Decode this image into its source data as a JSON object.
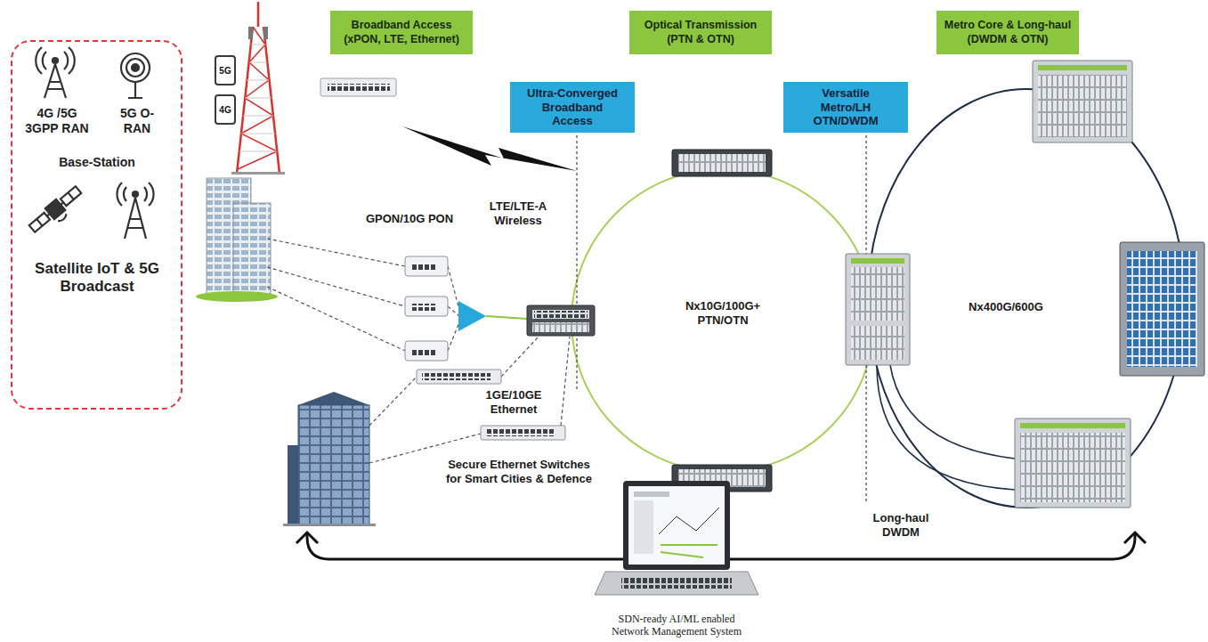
{
  "diagram": {
    "nodes": [
      {
        "text": [
          "Broadband Access (xPON, LTE, Ethernet)"
        ]
      },
      {
        "text": [
          "Optical Transmission (PTN & OTN)"
        ]
      },
      {
        "text": [
          "Metro Core & Long-haul (DWDM & OTN)"
        ]
      },
      {
        "text": [
          "4G /5G 3GPP RAN",
          "5G O-RAN",
          "Base-Station",
          "Satellite IoT & 5G Broadcast"
        ]
      },
      {
        "text": [
          "5G"
        ]
      },
      {
        "text": [
          "4G"
        ]
      },
      {
        "text": [
          "Ultra-Converged Broadband Access"
        ]
      },
      {
        "text": [
          "Versatile Metro/LH OTN/DWDM"
        ]
      }
    ],
    "labels": [
      "GPON/10G PON",
      "LTE/LTE-A Wireless",
      "1GE/10GE Ethernet",
      "Secure Ethernet Switches for Smart Cities & Defence",
      "Nx10G/100G+ PTN/OTN",
      "Nx400G/600G",
      "Long-haul DWDM",
      "SDN-ready AI/ML enabled Network Management System"
    ]
  }
}
